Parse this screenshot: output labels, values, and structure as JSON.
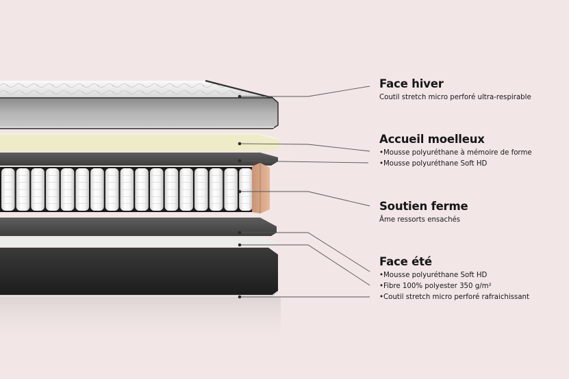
{
  "layers": [
    {
      "title": "Face hiver",
      "lines": [
        "Coutil stretch micro perforé ultra-respirable"
      ]
    },
    {
      "title": "Accueil moelleux",
      "lines": [
        "•Mousse polyuréthane à mémoire de forme",
        "•Mousse polyuréthane Soft HD"
      ]
    },
    {
      "title": "Soutien ferme",
      "lines": [
        "Âme ressorts ensachés"
      ]
    },
    {
      "title": "Face été",
      "lines": [
        "•Mousse polyuréthane Soft HD",
        "•Fibre 100% polyester 350 g/m²",
        "•Coutil stretch micro perforé rafraichissant"
      ]
    }
  ],
  "colors": {
    "background": "#f2e6e6",
    "memory_foam": "#eeebc8",
    "dark_foam": "#4a4a4a",
    "cover_dark": "#2a2a2a",
    "pocket_spring": "#f7f7f7",
    "side_panel": "#d9a98a",
    "leader_line": "#555555"
  }
}
